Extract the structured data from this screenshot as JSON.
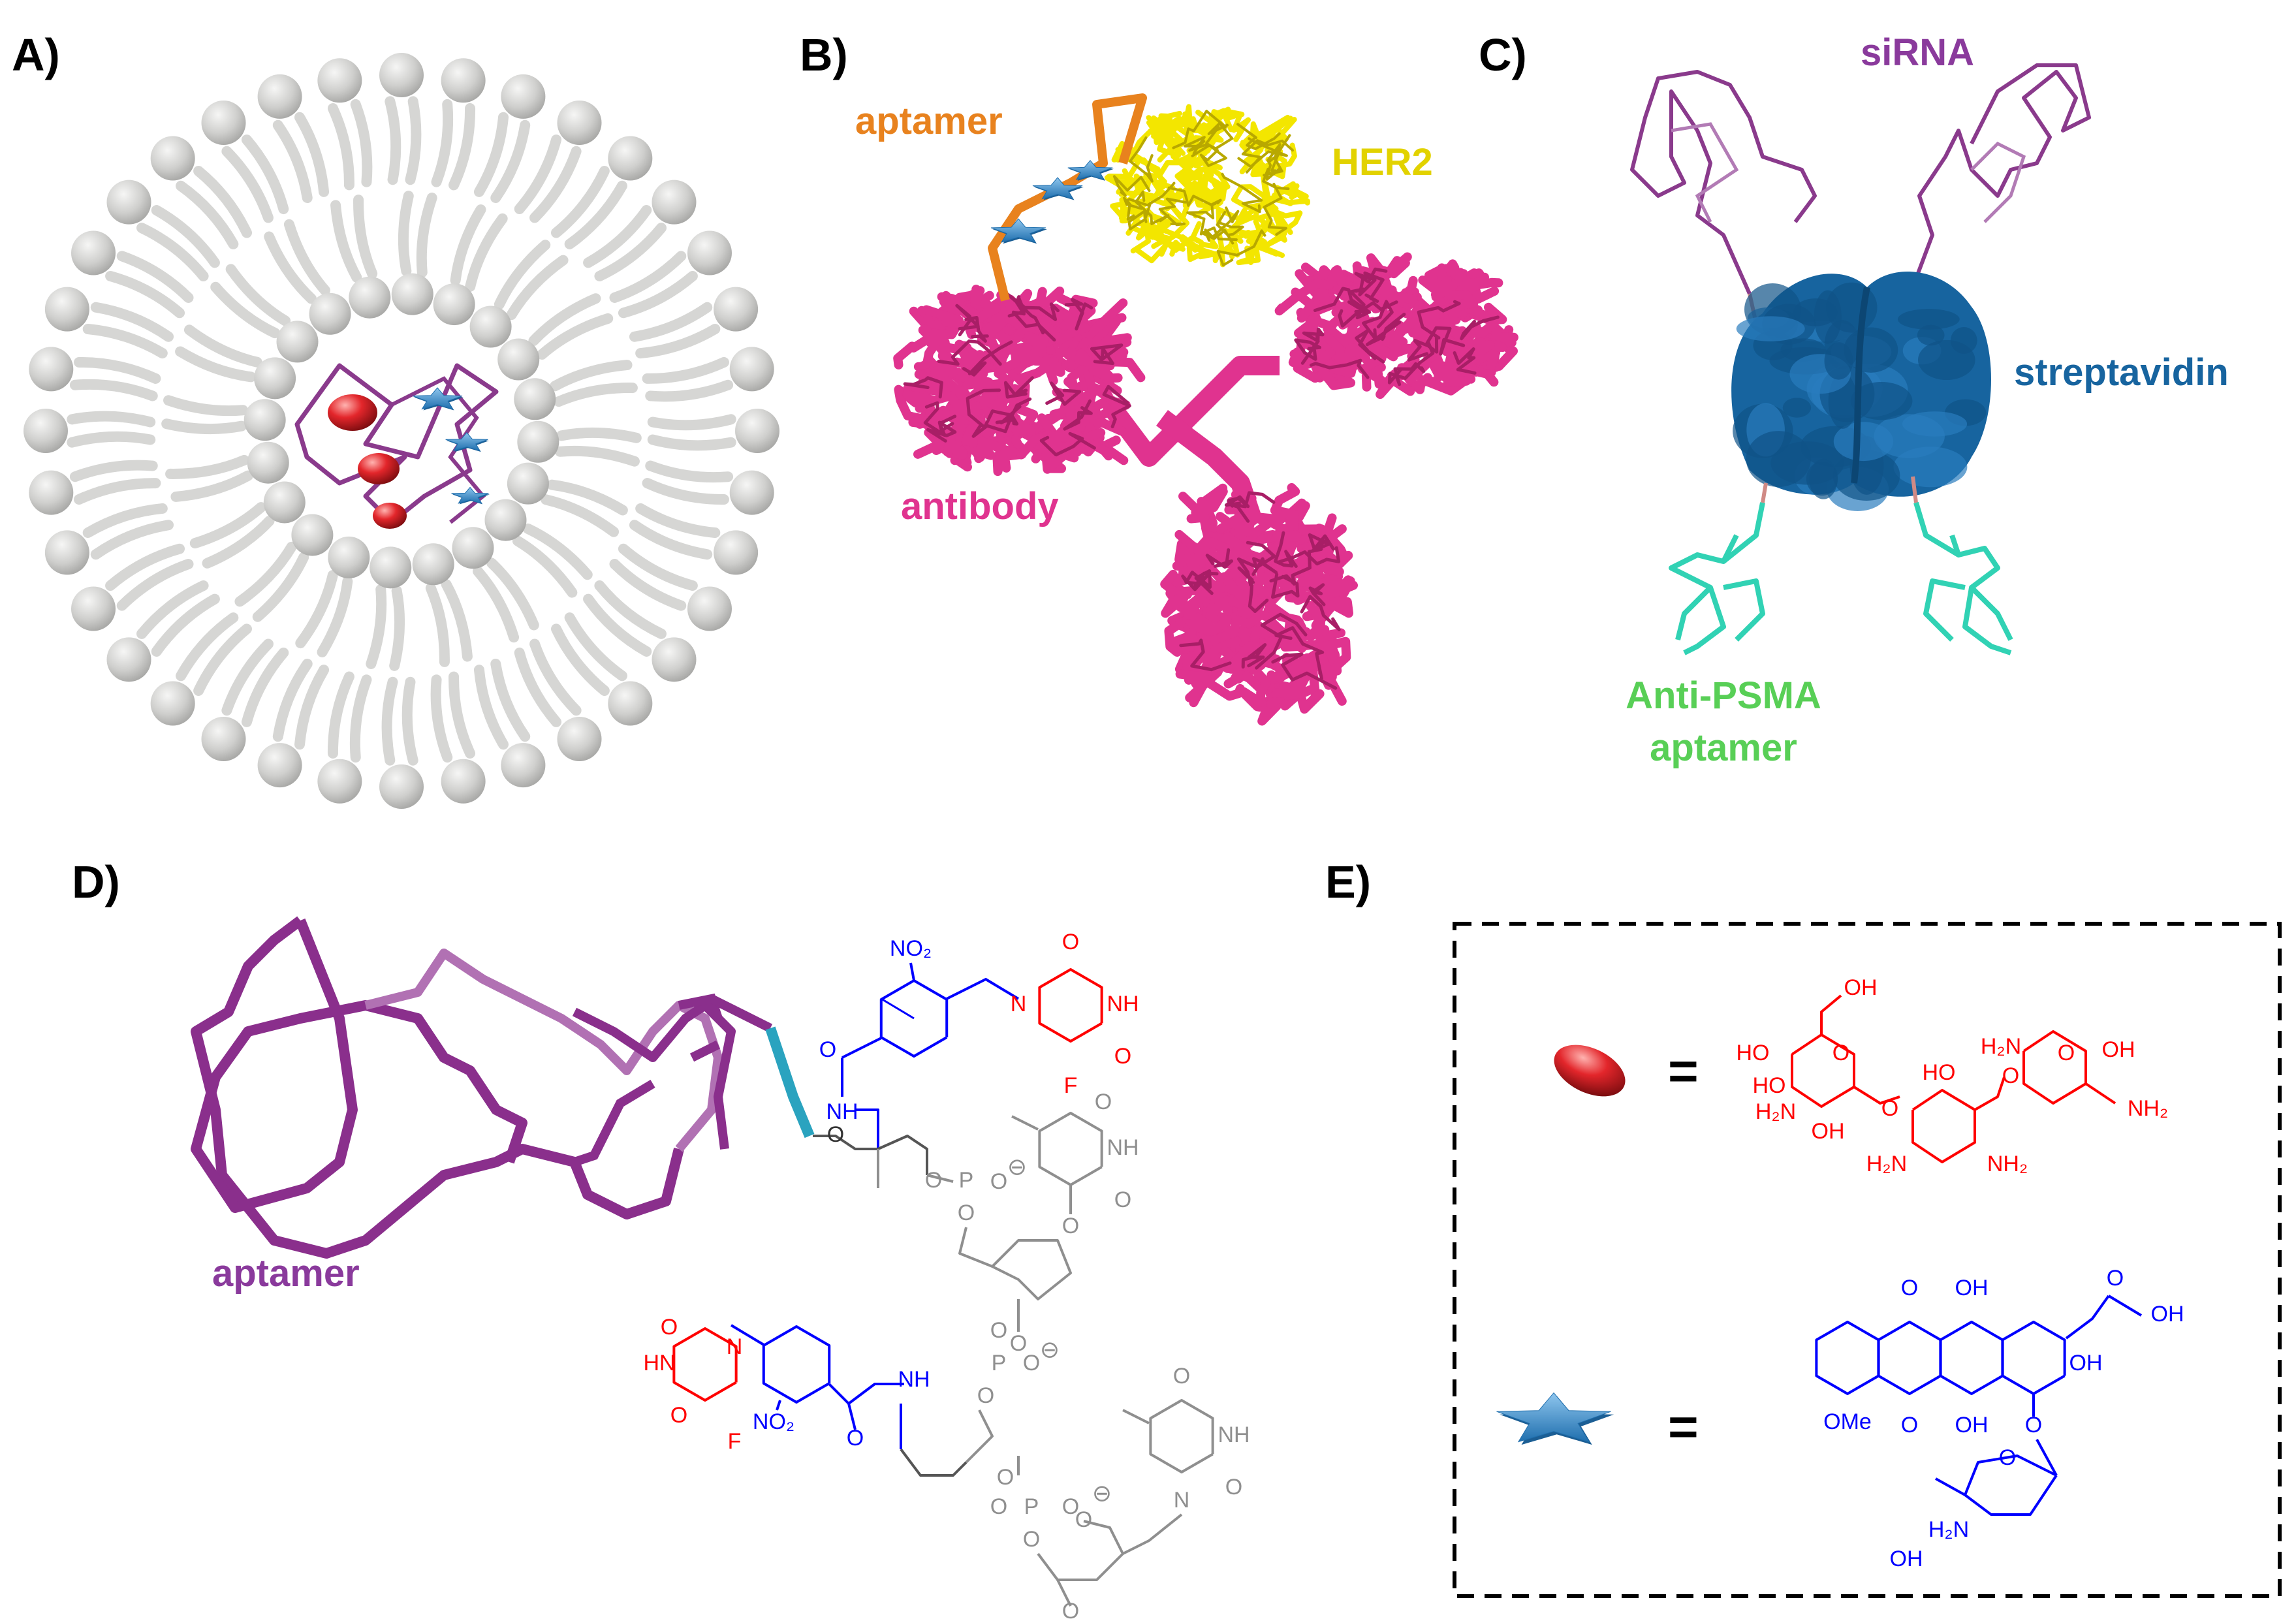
{
  "panels": {
    "A": {
      "letter": "A)"
    },
    "B": {
      "letter": "B)",
      "aptamer": "aptamer",
      "her2": "HER2",
      "antibody": "antibody"
    },
    "C": {
      "letter": "C)",
      "sirna": "siRNA",
      "streptavidin": "streptavidin",
      "anti_psma_1": "Anti-PSMA",
      "anti_psma_2": "aptamer"
    },
    "D": {
      "letter": "D)",
      "aptamer": "aptamer",
      "chem": {
        "no2": "NO₂",
        "o": "O",
        "nh": "NH",
        "hn": "HN",
        "n": "N",
        "f": "F",
        "p": "P",
        "minus": "⊖"
      }
    },
    "E": {
      "letter": "E)",
      "equals": "=",
      "kanamycin": {
        "oh": "OH",
        "ho": "HO",
        "nh2": "NH₂",
        "h2n": "H₂N",
        "o": "O"
      },
      "doxorubicin": {
        "o": "O",
        "oh": "OH",
        "ome": "OMe",
        "h2n": "H₂N",
        "oh_left": "OH"
      }
    }
  },
  "colors": {
    "lipid": "#c9c9c7",
    "rna_purple": "#8a3a8c",
    "drug_red": "#e3262b",
    "drug_blue": "#3a8fd1",
    "aptamer_orange": "#e8821e",
    "her2_yellow": "#f3e600",
    "antibody_magenta": "#e0338f",
    "streptavidin_blue": "#17649f",
    "psma_teal": "#31d2b4",
    "psma_label_green": "#58cf56",
    "linker_teal": "#2aa3bf",
    "chem_blue": "#0000ff",
    "chem_red": "#ff0000",
    "chem_grey": "#8f8f8f"
  }
}
